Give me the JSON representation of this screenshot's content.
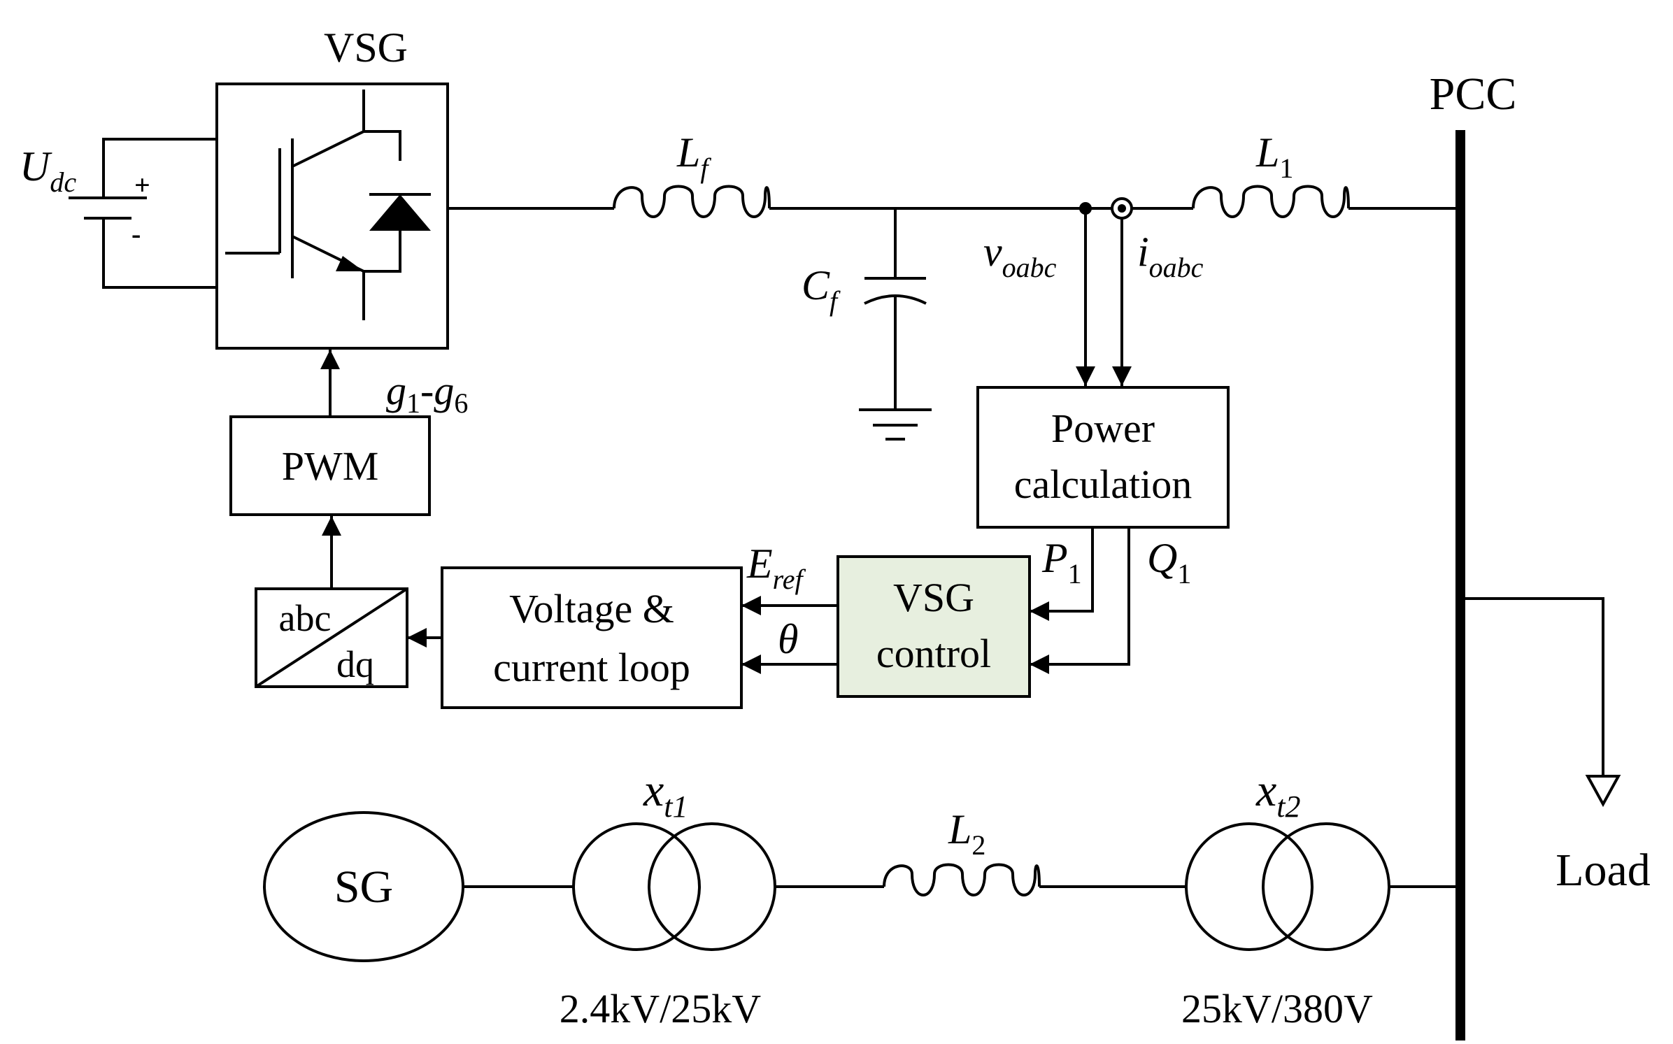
{
  "colors": {
    "line": "#000000",
    "vsg_control_fill": "#e7efdf",
    "background": "#ffffff"
  },
  "labels": {
    "vsg": "VSG",
    "pcc": "PCC",
    "load": "Load",
    "sg": "SG",
    "pwm": "PWM",
    "power_calc_line1": "Power",
    "power_calc_line2": "calculation",
    "vsg_control_line1": "VSG",
    "vsg_control_line2": "control",
    "vc_loop_line1": "Voltage &",
    "vc_loop_line2": "current loop",
    "abc": "abc",
    "dq": "dq",
    "gate_signals": {
      "g1": "g",
      "sub1": "1",
      "dash": "-",
      "g6": "g",
      "sub6": "6"
    },
    "udc": {
      "main": "U",
      "sub": "dc"
    },
    "plus": "+",
    "minus": "-",
    "lf": {
      "main": "L",
      "sub": "f"
    },
    "cf": {
      "main": "C",
      "sub": "f"
    },
    "l1": {
      "main": "L",
      "sub": "1"
    },
    "l2": {
      "main": "L",
      "sub": "2"
    },
    "voabc": {
      "main": "v",
      "sub": "oabc"
    },
    "ioabc": {
      "main": "i",
      "sub": "oabc"
    },
    "p1": {
      "main": "P",
      "sub": "1"
    },
    "q1": {
      "main": "Q",
      "sub": "1"
    },
    "eref": {
      "main": "E",
      "sub": "ref"
    },
    "theta": "θ",
    "xt1": {
      "main": "x",
      "sub": "t1"
    },
    "xt2": {
      "main": "x",
      "sub": "t2"
    },
    "xt1_rating": "2.4kV/25kV",
    "xt2_rating": "25kV/380V"
  }
}
